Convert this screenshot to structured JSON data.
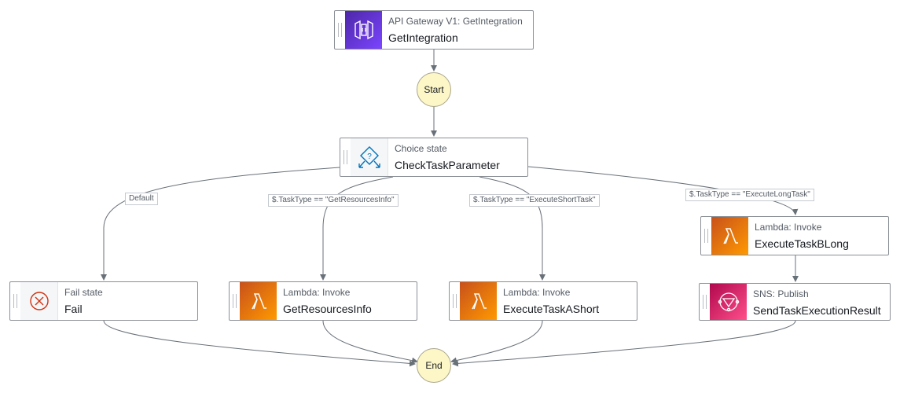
{
  "nodes": {
    "get_integration": {
      "type": "API Gateway V1: GetIntegration",
      "name": "GetIntegration",
      "icon": "api-gateway-icon"
    },
    "start": {
      "label": "Start"
    },
    "check_task": {
      "type": "Choice state",
      "name": "CheckTaskParameter",
      "icon": "choice-state-icon"
    },
    "fail": {
      "type": "Fail state",
      "name": "Fail",
      "icon": "fail-state-icon"
    },
    "get_resources": {
      "type": "Lambda: Invoke",
      "name": "GetResourcesInfo",
      "icon": "lambda-icon"
    },
    "exec_short": {
      "type": "Lambda: Invoke",
      "name": "ExecuteTaskAShort",
      "icon": "lambda-icon"
    },
    "exec_long": {
      "type": "Lambda: Invoke",
      "name": "ExecuteTaskBLong",
      "icon": "lambda-icon"
    },
    "send_result": {
      "type": "SNS: Publish",
      "name": "SendTaskExecutionResult",
      "icon": "sns-icon"
    },
    "end": {
      "label": "End"
    }
  },
  "edges": {
    "default": "Default",
    "get_resources_info": "$.TaskType == \"GetResourcesInfo\"",
    "execute_short_task": "$.TaskType == \"ExecuteShortTask\"",
    "execute_long_task": "$.TaskType == \"ExecuteLongTask\""
  },
  "colors": {
    "edge": "#687078",
    "api_gateway": "#7b45ff",
    "lambda": "#ff9900",
    "sns": "#e7157b",
    "fail": "#d13212",
    "choice": "#0073bb",
    "terminal_fill": "#fdf7c8"
  }
}
